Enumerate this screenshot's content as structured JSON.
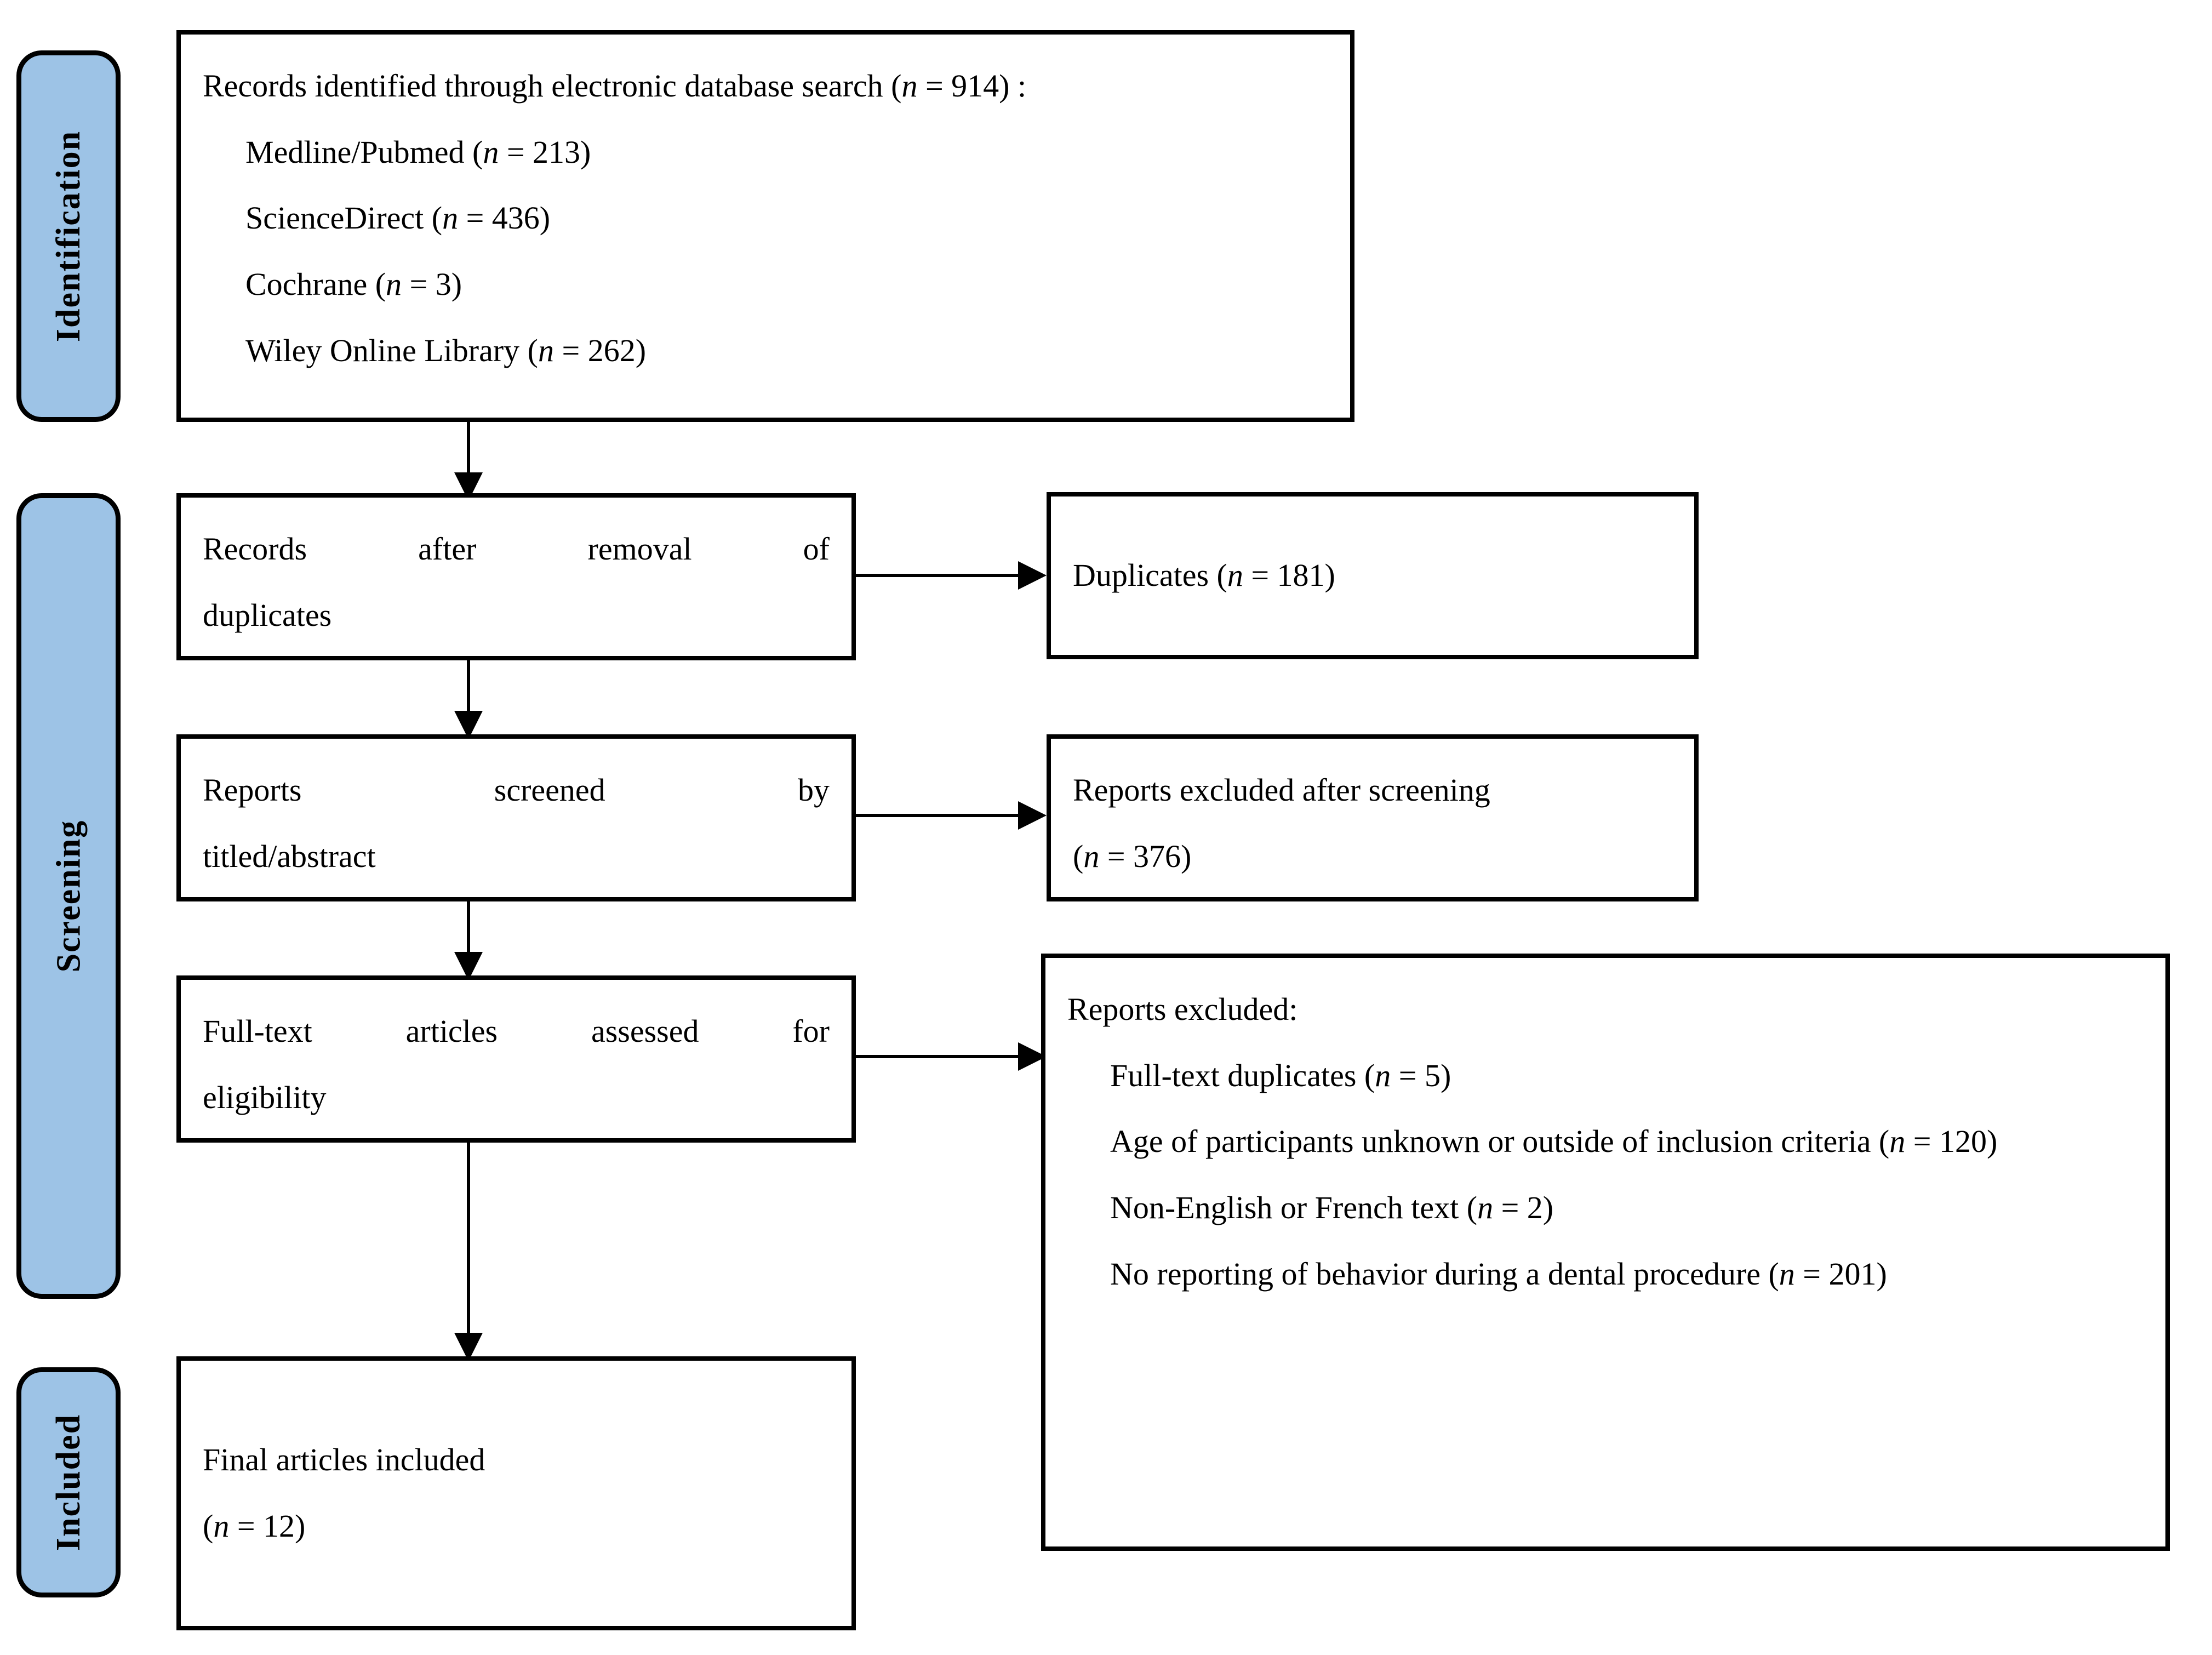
{
  "colors": {
    "phase_fill": "#9DC3E6",
    "stroke": "#000000",
    "box_fill": "#FFFFFF"
  },
  "phases": [
    {
      "id": "identification",
      "label": "Identification"
    },
    {
      "id": "screening",
      "label": "Screening"
    },
    {
      "id": "included",
      "label": "Included"
    }
  ],
  "boxes": {
    "identification": {
      "heading": "Records identified through electronic database search (",
      "heading_n": "n",
      "heading_eq": " = 914) :",
      "sources": [
        {
          "name": "Medline/Pubmed (",
          "n": "n",
          "value": " = 213)"
        },
        {
          "name": "ScienceDirect (",
          "n": "n",
          "value": " = 436)"
        },
        {
          "name": "Cochrane (",
          "n": "n",
          "value": " = 3)"
        },
        {
          "name": "Wiley Online Library (",
          "n": "n",
          "value": " = 262)"
        }
      ]
    },
    "records_after_duplicates": {
      "line1": "Records after removal of",
      "line2": "duplicates"
    },
    "duplicates": {
      "line1": "Duplicates (",
      "n": "n",
      "line1_tail": " = 181)"
    },
    "reports_screened": {
      "line1": "Reports screened by",
      "line2": "titled/abstract"
    },
    "reports_excluded_screening": {
      "line1": "Reports excluded after screening",
      "line2_open": "(",
      "n": "n",
      "line2_tail": " = 376)"
    },
    "fulltext_assessed": {
      "line1": "Full-text articles assessed for",
      "line2": "eligibility"
    },
    "reports_excluded": {
      "heading": "Reports excluded:",
      "reasons": [
        {
          "text_before": "Full-text duplicates (",
          "n": "n",
          "text_after": " = 5)"
        },
        {
          "text_before": "Age of participants unknown or outside of inclusion criteria (",
          "n": "n",
          "text_after": " = 120)"
        },
        {
          "text_before": "Non-English or French text (",
          "n": "n",
          "text_after": " = 2)"
        },
        {
          "text_before": "No reporting of behavior during a dental procedure (",
          "n": "n",
          "text_after": " = 201)"
        }
      ]
    },
    "final_included": {
      "line1": "Final articles included",
      "line2_open": "(",
      "n": "n",
      "line2_tail": " = 12)"
    }
  }
}
